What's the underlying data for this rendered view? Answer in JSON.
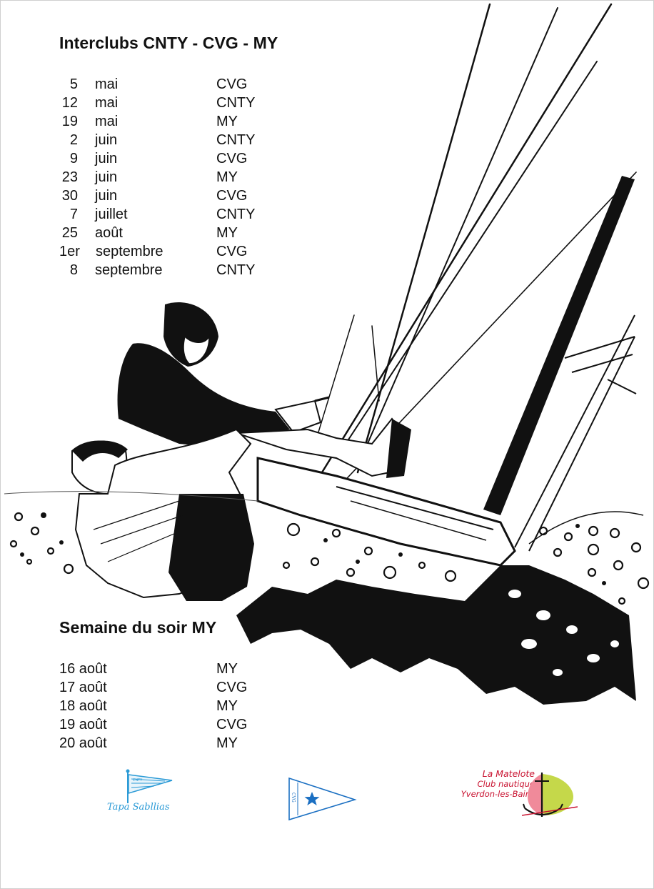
{
  "interclubs": {
    "title": "Interclubs CNTY - CVG - MY",
    "rows": [
      {
        "day": "5",
        "month": "mai",
        "club": "CVG"
      },
      {
        "day": "12",
        "month": "mai",
        "club": "CNTY"
      },
      {
        "day": "19",
        "month": "mai",
        "club": "MY"
      },
      {
        "day": "2",
        "month": "juin",
        "club": "CNTY"
      },
      {
        "day": "9",
        "month": "juin",
        "club": "CVG"
      },
      {
        "day": "23",
        "month": "juin",
        "club": "MY"
      },
      {
        "day": "30",
        "month": "juin",
        "club": "CVG"
      },
      {
        "day": "7",
        "month": "juillet",
        "club": "CNTY"
      },
      {
        "day": "25",
        "month": "août",
        "club": "MY"
      },
      {
        "day": "1er",
        "month": "septembre",
        "club": "CVG"
      },
      {
        "day": "8",
        "month": "septembre",
        "club": "CNTY"
      }
    ]
  },
  "evening": {
    "title": "Semaine du  soir MY",
    "rows": [
      {
        "date": "16 août",
        "club": "MY"
      },
      {
        "date": "17 août",
        "club": "CVG"
      },
      {
        "date": "18 août",
        "club": "MY"
      },
      {
        "date": "19 août",
        "club": "CVG"
      },
      {
        "date": "20 août",
        "club": "MY"
      }
    ]
  },
  "logos": {
    "tapa": {
      "name": "Tapa Sabllias",
      "flag_text": "CNTY",
      "color": "#2a9ad6"
    },
    "cvg": {
      "flag_text": "CVG",
      "color": "#1a6fc2"
    },
    "matelote": {
      "line1": "La Matelote",
      "line2": "Club nautique",
      "line3": "Yverdon-les-Bains",
      "color": "#c8102e",
      "sail_color": "#c5d84a"
    }
  },
  "colors": {
    "ink": "#111111",
    "accent_blue": "#2a9ad6",
    "accent_red": "#c8102e"
  }
}
